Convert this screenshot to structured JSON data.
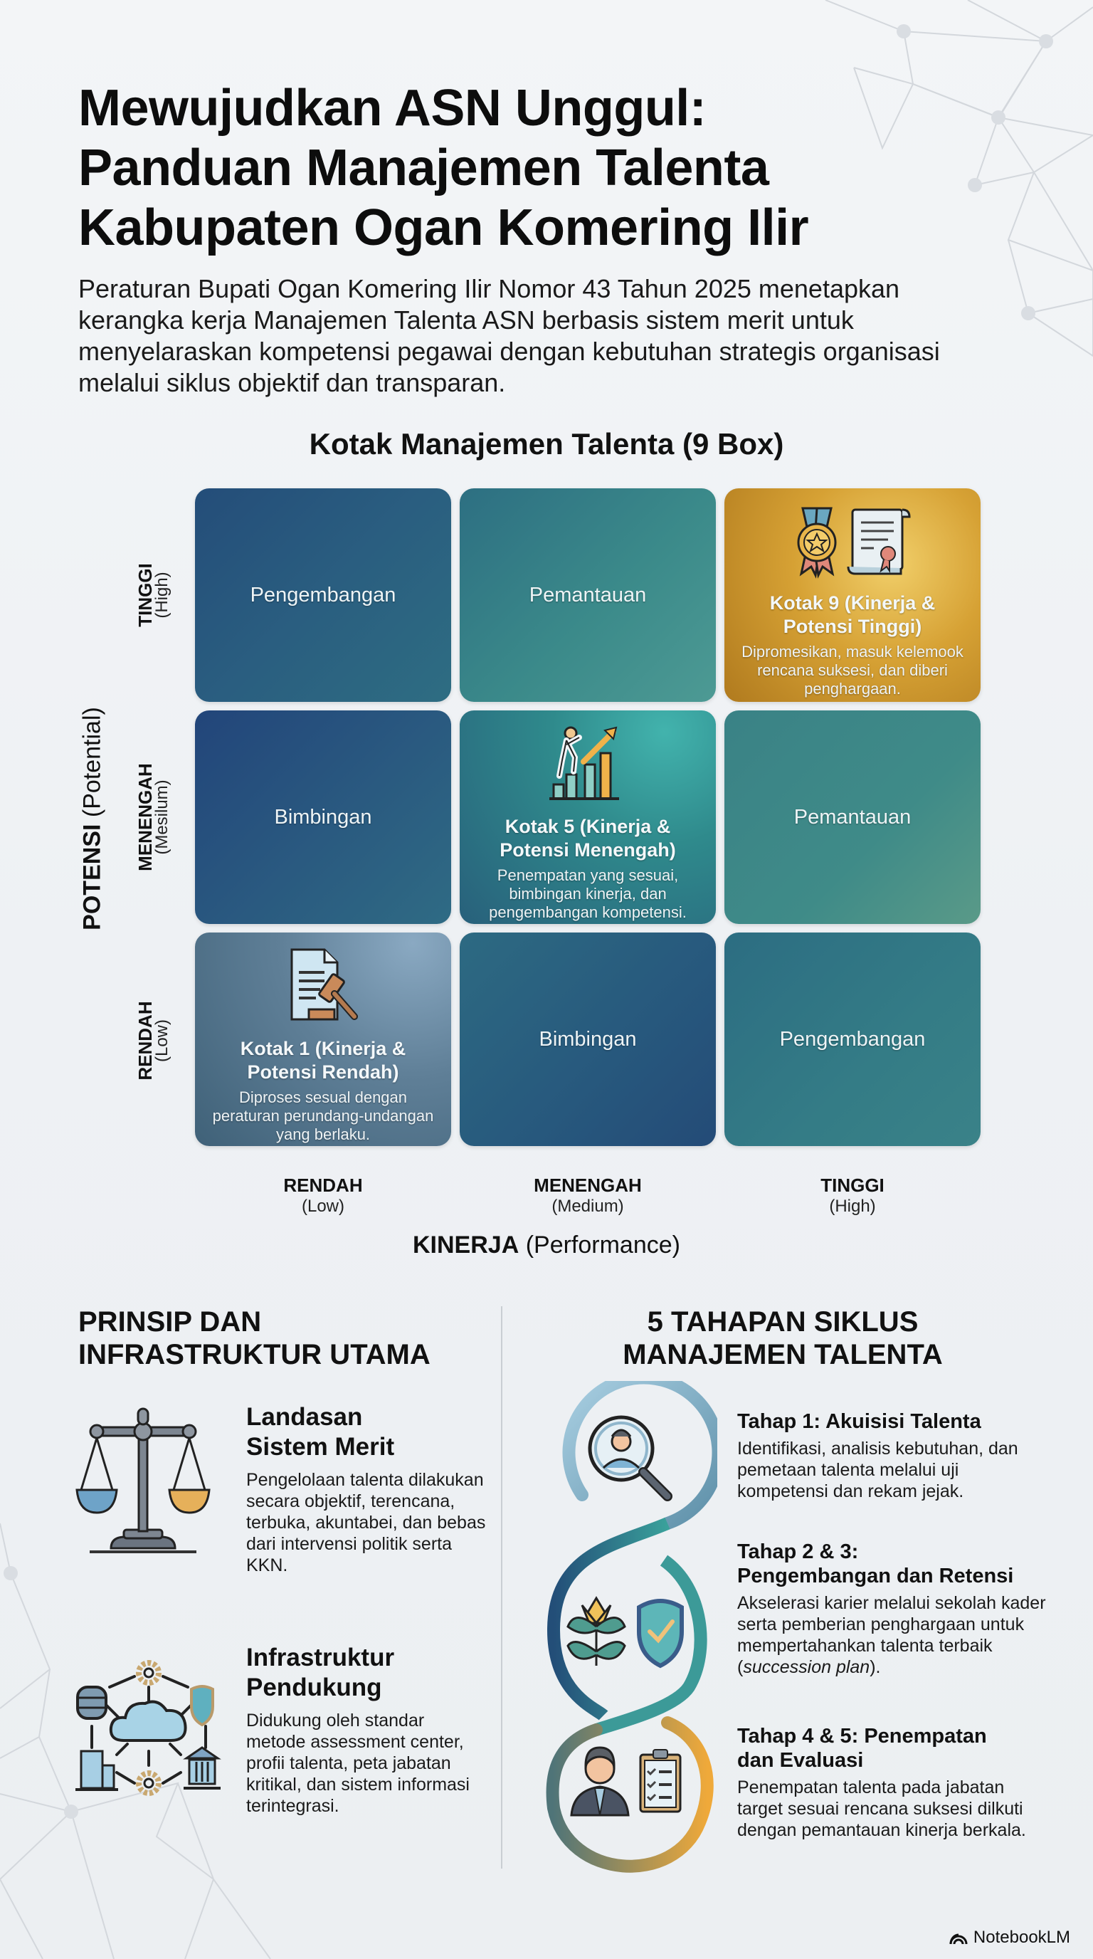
{
  "header": {
    "title_lines": [
      "Mewujudkan ASN Unggul:",
      "Panduan Manajemen Talenta",
      "Kabupaten Ogan Komering Ilir"
    ],
    "intro": "Peraturan Bupati Ogan Komering Ilir Nomor 43 Tahun 2025 menetapkan kerangka kerja Manajemen Talenta ASN berbasis sistem merit untuk menyelaraskan kompetensi pegawai dengan kebutuhan strategis organisasi melalui siklus objektif dan transparan."
  },
  "ninebox": {
    "title": "Kotak Manajemen Talenta (9 Box)",
    "y_axis": {
      "label_bold": "POTENSI",
      "label_rest": " (Potential)"
    },
    "x_axis": {
      "label_bold": "KINERJA",
      "label_rest": " (Performance)"
    },
    "y_ticks": [
      {
        "main": "TINGGI",
        "sub": "(High)"
      },
      {
        "main": "MENENGAH",
        "sub": "(Mesilum)"
      },
      {
        "main": "RENDAH",
        "sub": "(Low)"
      }
    ],
    "x_ticks": [
      {
        "main": "RENDAH",
        "sub": "(Low)"
      },
      {
        "main": "MENENGAH",
        "sub": "(Medium)"
      },
      {
        "main": "TINGGI",
        "sub": "(High)"
      }
    ],
    "cells": {
      "r0c0": "Pengembangan",
      "r0c1": "Pemantauan",
      "r0c2": {
        "title": "Kotak 9 (Kinerja & Potensi Tinggi)",
        "desc": "Dipromesikan, masuk kelemook rencana suksesi, dan diberi penghargaan.",
        "icon": "award-medal-certificate-icon"
      },
      "r1c0": "Bimbingan",
      "r1c1": {
        "title": "Kotak 5 (Kinerja & Potensi Menengah)",
        "desc": "Penempatan yang sesuai, bimbingan kinerja, dan pengembangan kompetensi.",
        "icon": "climbing-growth-chart-icon"
      },
      "r1c2": "Pemantauan",
      "r2c0": {
        "title": "Kotak 1 (Kinerja & Potensi Rendah)",
        "desc": "Diproses sesual dengan peraturan perundang-undangan yang berlaku.",
        "icon": "document-gavel-icon"
      },
      "r2c1": "Bimbingan",
      "r2c2": "Pengembangan"
    },
    "colors": {
      "gold": "#d6a134",
      "navy": "#244d79",
      "teal": "#3b8a8a"
    }
  },
  "principles": {
    "title_lines": [
      "PRINSIP DAN",
      "INFRASTRUKTUR UTAMA"
    ],
    "items": [
      {
        "title_lines": [
          "Landasan",
          "Sistem Merit"
        ],
        "desc": "Pengelolaan talenta dilakukan secara objektif, terencana, terbuka, akuntabei, dan bebas dari intervensi politik serta KKN.",
        "icon": "scales-icon"
      },
      {
        "title_lines": [
          "Infrastruktur",
          "Pendukung"
        ],
        "desc": "Didukung oleh standar metode assessment center, profii talenta, peta jabatan kritikal, dan sistem informasi terintegrasi.",
        "icon": "cloud-network-icon"
      }
    ]
  },
  "cycle": {
    "title_lines": [
      "5 TAHAPAN SIKLUS",
      "MANAJEMEN TALENTA"
    ],
    "stages": [
      {
        "title_lines": [
          "Tahap 1: Akuisisi Talenta"
        ],
        "desc": "Identifikasi, analisis kebutuhan, dan pemetaan talenta melalui uji kompetensi dan rekam jejak.",
        "icon": "magnifier-person-icon"
      },
      {
        "title_lines": [
          "Tahap 2 & 3:",
          "Pengembangan dan Retensi"
        ],
        "desc_pre": "Akselerasi karier melalui sekolah kader serta pemberian penghargaan untuk mempertahankan talenta terbaik (",
        "desc_em": "succession plan",
        "desc_post": ").",
        "icon": "plant-shield-icon"
      },
      {
        "title_lines": [
          "Tahap 4 & 5: Penempatan",
          "dan Evaluasi"
        ],
        "desc": "Penempatan talenta pada jabatan target sesuai rencana suksesi dilkuti dengan pemantauan kinerja berkala.",
        "icon": "person-clipboard-icon"
      }
    ]
  },
  "brand": {
    "label": "NotebookLM"
  }
}
